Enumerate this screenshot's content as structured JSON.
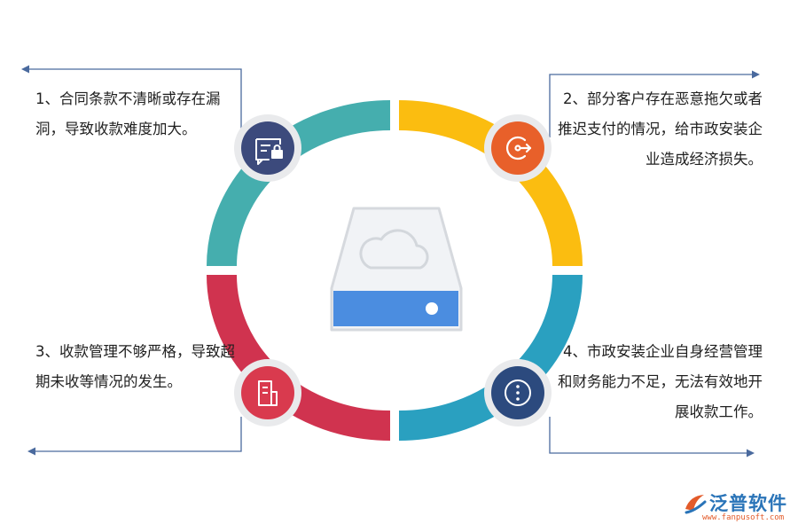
{
  "notes": [
    {
      "text": "1、合同条款不清晰或存在漏洞，导致收款难度加大。",
      "icon": "message-lock-icon",
      "color": "#3c4a7c"
    },
    {
      "text": "2、部分客户存在恶意拖欠或者推迟支付的情况，给市政安装企业造成经济损失。",
      "icon": "circle-arrow-icon",
      "color": "#e8602a"
    },
    {
      "text": "3、收款管理不够严格，导致超期未收等情况的发生。",
      "icon": "document-icon",
      "color": "#d93a4e"
    },
    {
      "text": "4、市政安装企业自身经营管理和财务能力不足，无法有效地开展收款工作。",
      "icon": "more-dots-icon",
      "color": "#2c4a7e"
    }
  ],
  "ring_colors": {
    "top_left": "#45aeae",
    "top_right": "#fbbd10",
    "bottom_right": "#2aa0c0",
    "bottom_left": "#d0334f"
  },
  "center_icon": "cloud-server-icon",
  "brand": {
    "name": "泛普软件",
    "url": "www.fanpusoft.com"
  }
}
